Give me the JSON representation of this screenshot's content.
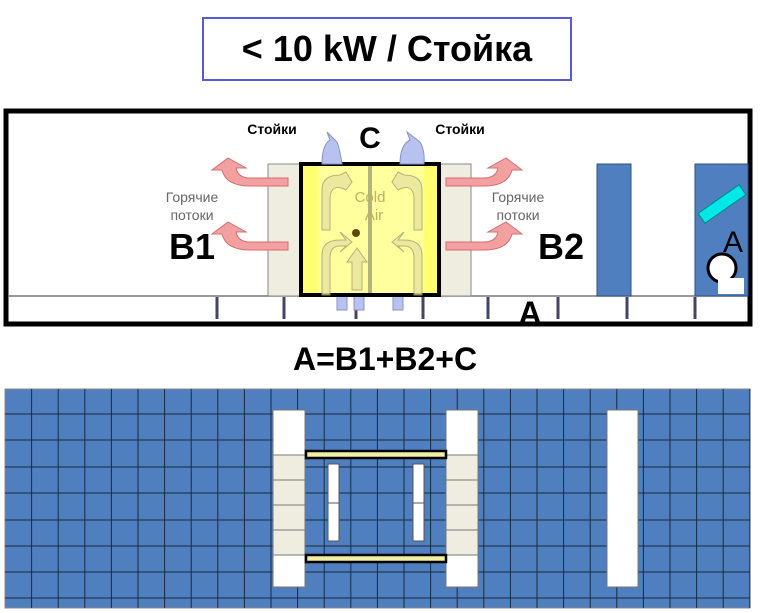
{
  "title": "< 10 kW / Стойка",
  "side_view": {
    "label_racks_left": "Стойки",
    "label_racks_right": "Стойки",
    "label_c": "C",
    "label_hot_left_1": "Горячие",
    "label_hot_left_2": "потоки",
    "label_hot_right_1": "Горячие",
    "label_hot_right_2": "потоки",
    "label_b1": "B1",
    "label_b2": "B2",
    "label_cold_1": "Cold",
    "label_cold_2": "Air",
    "label_a_floor": "A",
    "label_a_unit": "A"
  },
  "formula": "A=B1+B2+C",
  "colors": {
    "floor_tile": "#4f7fbf",
    "rack": "#efece0",
    "cold_aisle": "#ffff66",
    "hot_arrow": "#f4a0a0",
    "cold_arrow": "#b8c2f0",
    "crac": "#4f7fbf",
    "accent": "#00e0e0"
  }
}
